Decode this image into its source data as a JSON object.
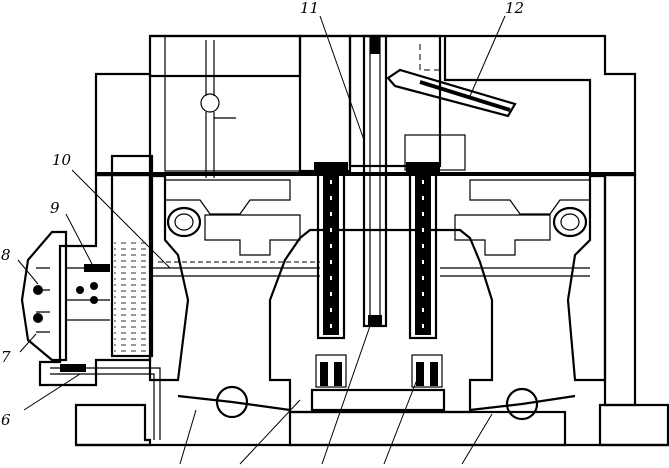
{
  "labels": {
    "l6": "6",
    "l7": "7",
    "l8": "8",
    "l9": "9",
    "l10": "10",
    "l11": "11",
    "l12": "12"
  },
  "colors": {
    "ink": "#000000",
    "paper": "#ffffff"
  }
}
